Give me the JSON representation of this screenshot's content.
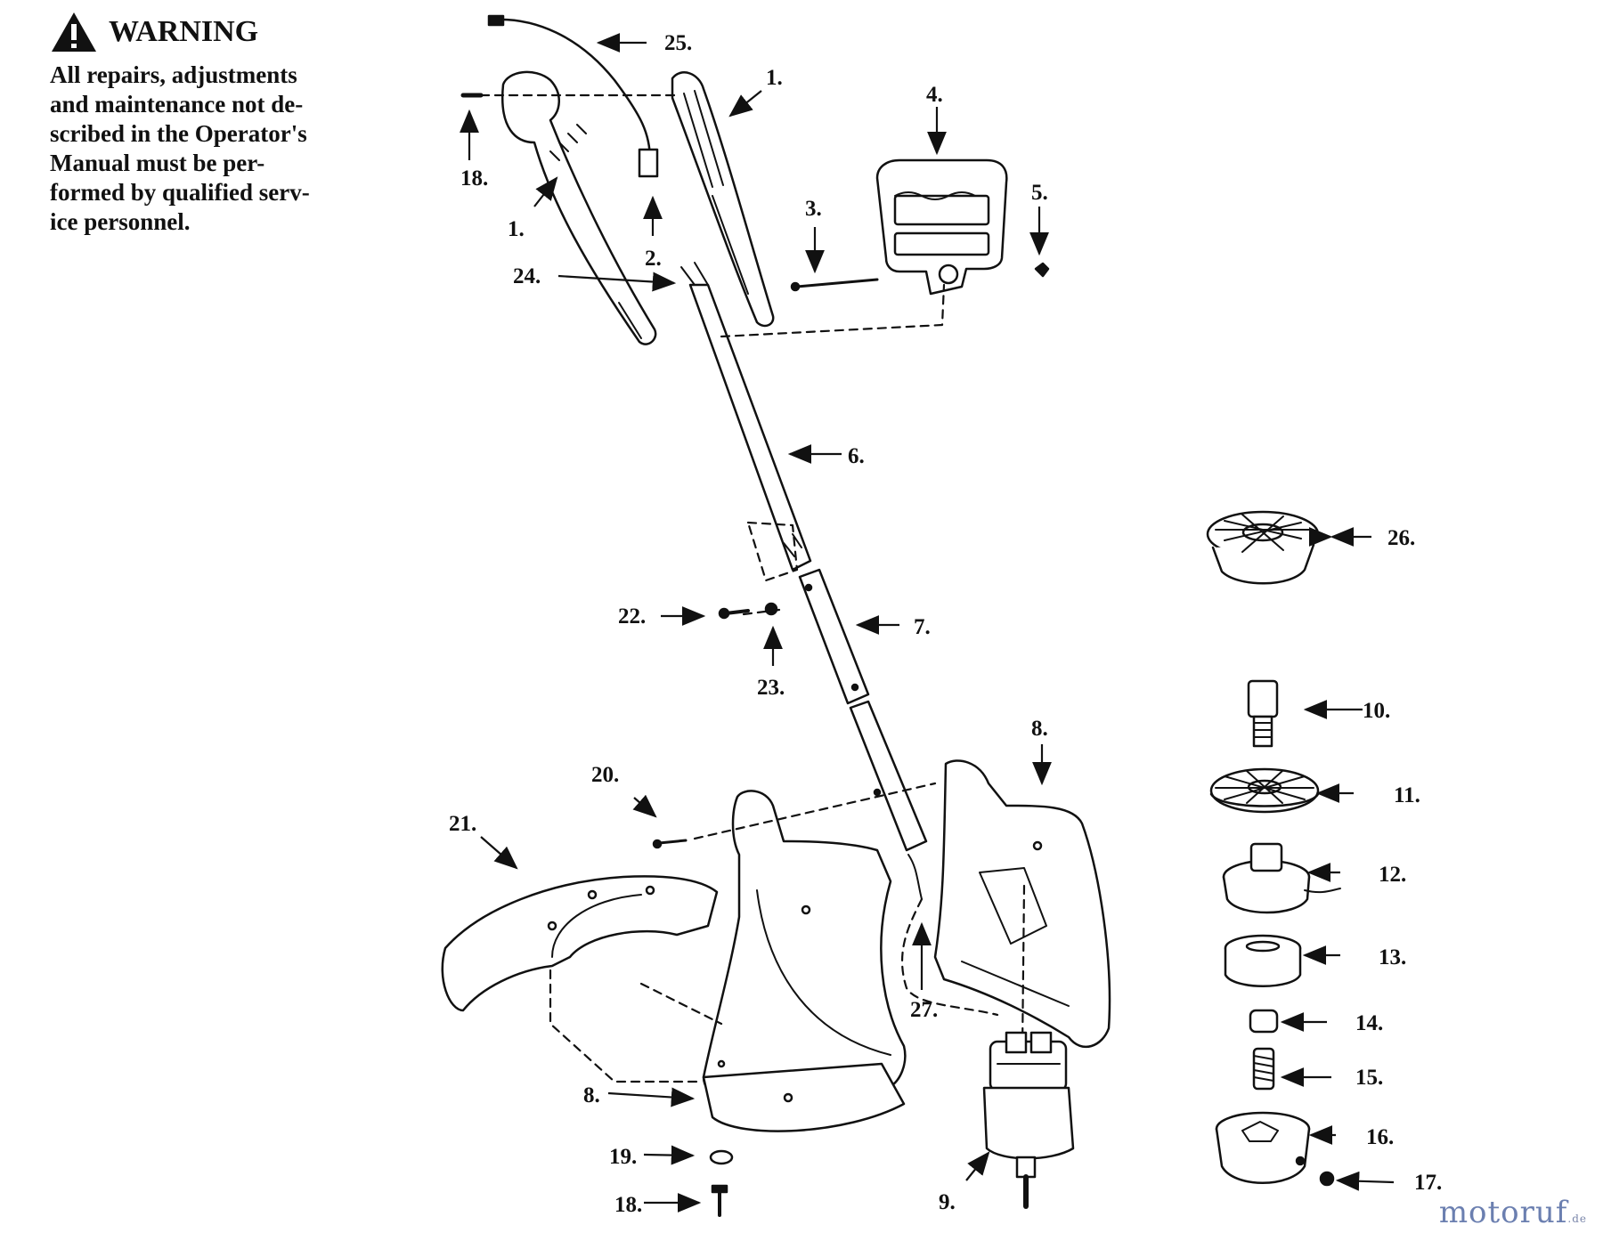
{
  "warning": {
    "title": "WARNING",
    "lines": [
      "All repairs, adjustments",
      "and maintenance not de-",
      "scribed in the Operator's",
      "Manual must be per-",
      "formed by qualified serv-",
      "ice personnel."
    ]
  },
  "callouts": {
    "c25": "25.",
    "c1a": "1.",
    "c1b": "1.",
    "c4": "4.",
    "c18a": "18.",
    "c3": "3.",
    "c5": "5.",
    "c2": "2.",
    "c24": "24.",
    "c6": "6.",
    "c26": "26.",
    "c22": "22.",
    "c7": "7.",
    "c23": "23.",
    "c10": "10.",
    "c8a": "8.",
    "c20": "20.",
    "c11": "11.",
    "c21": "21.",
    "c12": "12.",
    "c13": "13.",
    "c27": "27.",
    "c14": "14.",
    "c8b": "8.",
    "c15": "15.",
    "c16": "16.",
    "c19": "19.",
    "c17": "17.",
    "c9": "9.",
    "c18b": "18."
  },
  "brand": {
    "name": "motoruf",
    "tld": ".de"
  }
}
